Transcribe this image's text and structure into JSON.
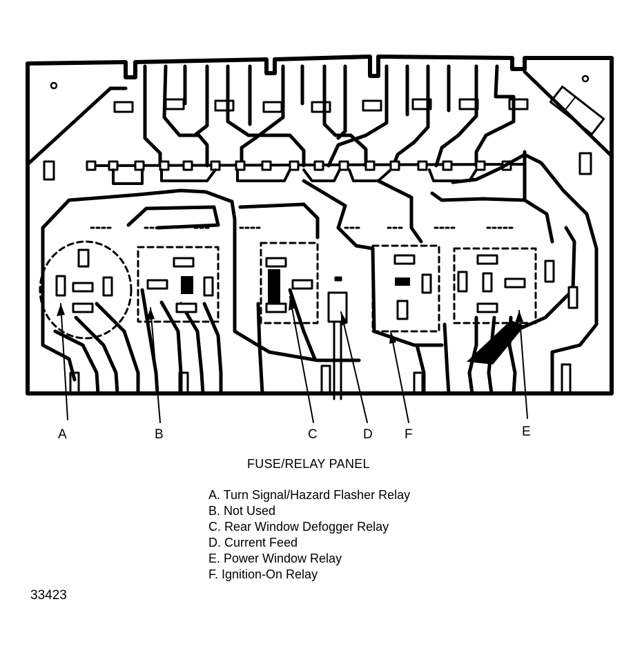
{
  "diagram": {
    "title": "FUSE/RELAY PANEL",
    "figure_number": "33423",
    "callouts": [
      {
        "id": "A",
        "label": "A"
      },
      {
        "id": "B",
        "label": "B"
      },
      {
        "id": "C",
        "label": "C"
      },
      {
        "id": "D",
        "label": "D"
      },
      {
        "id": "F",
        "label": "F"
      },
      {
        "id": "E",
        "label": "E"
      }
    ],
    "legend": [
      "A. Turn Signal/Hazard Flasher Relay",
      "B. Not Used",
      "C. Rear Window Defogger Relay",
      "D. Current Feed",
      "E. Power Window Relay",
      "F. Ignition-On Relay"
    ],
    "colors": {
      "ink": "#000000",
      "paper": "#ffffff"
    }
  }
}
